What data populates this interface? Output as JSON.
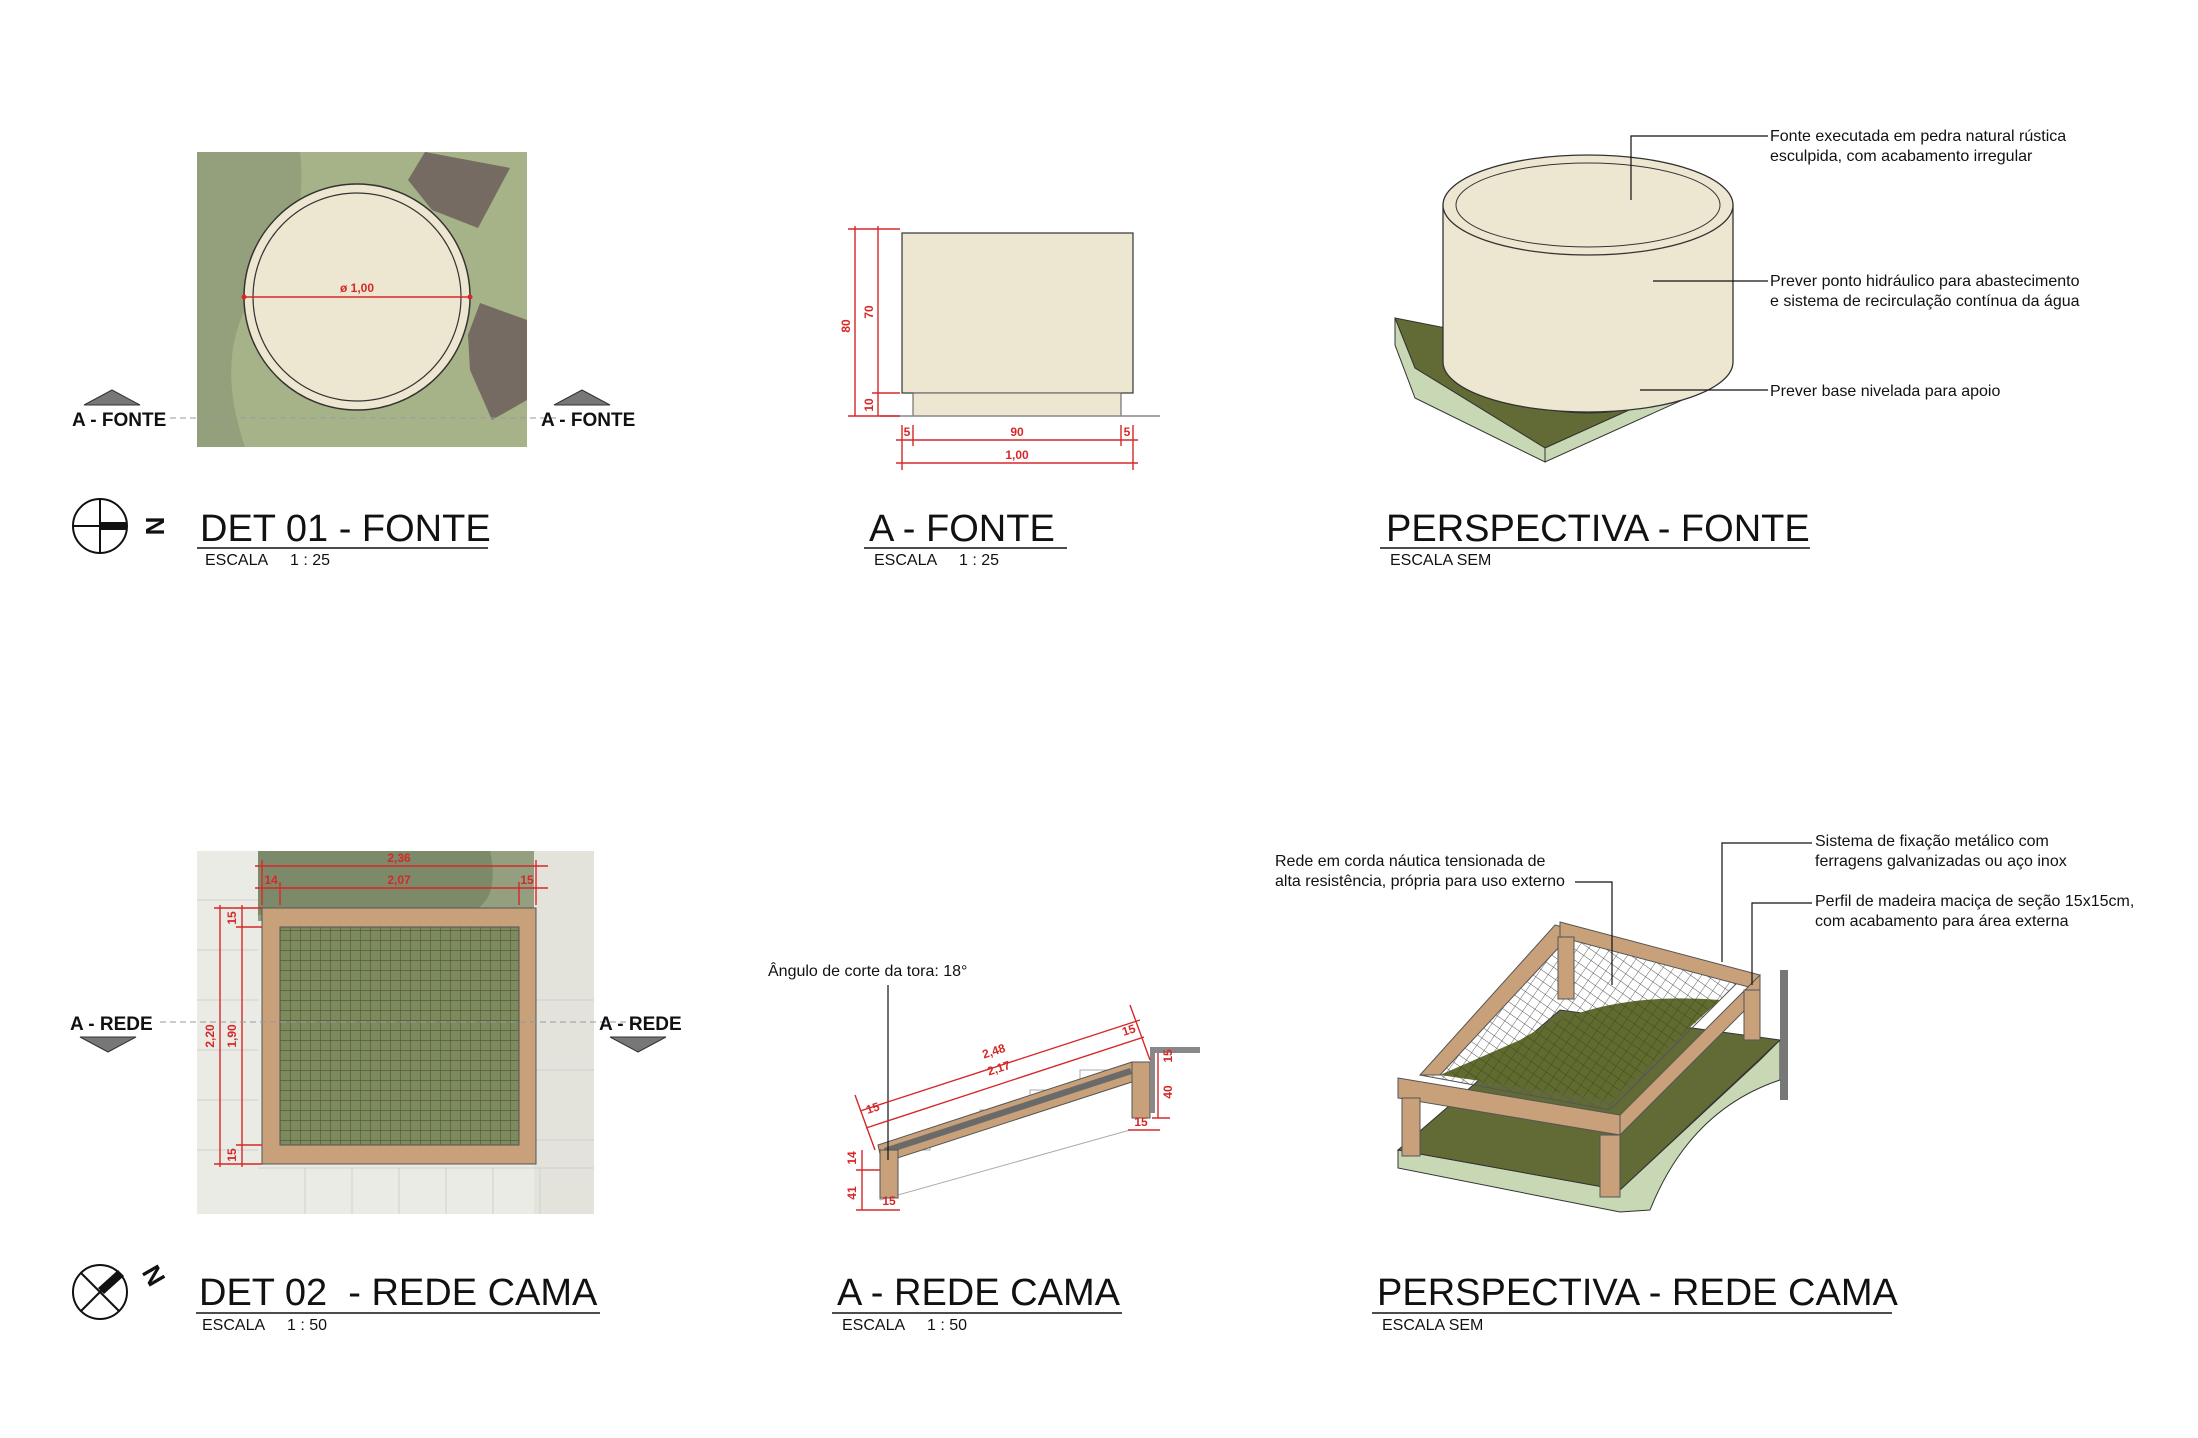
{
  "panels": {
    "det01": {
      "title": "DET 01 - FONTE",
      "scale_label": "ESCALA",
      "scale_value": "1 : 25",
      "diameter_label": "ø 1,00",
      "cut_left": "A - FONTE",
      "cut_right": "A - FONTE",
      "north_letter": "N"
    },
    "section_fonte": {
      "title": "A - FONTE",
      "scale_label": "ESCALA",
      "scale_value": "1 : 25",
      "dims": {
        "total_height": "80",
        "body_height": "70",
        "base_height": "10",
        "offset_left": "5",
        "inner_width": "90",
        "offset_right": "5",
        "total_width": "1,00"
      }
    },
    "persp_fonte": {
      "title": "PERSPECTIVA - FONTE",
      "scale_label": "ESCALA SEM",
      "notes": [
        "Fonte executada em pedra natural rústica",
        "esculpida, com acabamento irregular",
        "Prever ponto hidráulico para abastecimento",
        "e sistema de recirculação contínua da água",
        "Prever base nivelada para apoio"
      ]
    },
    "det02": {
      "title": "DET 02  - REDE CAMA",
      "scale_label": "ESCALA",
      "scale_value": "1 : 50",
      "cut_left": "A - REDE",
      "cut_right": "A - REDE",
      "north_letter": "N",
      "dims": {
        "overall_width": "2,36",
        "inner_width": "2,07",
        "left_offset": "14",
        "right_offset": "15",
        "overall_height": "2,20",
        "inner_height": "1,90",
        "top_offset": "15",
        "bottom_offset": "15"
      }
    },
    "section_rede": {
      "title": "A - REDE CAMA",
      "scale_label": "ESCALA",
      "scale_value": "1 : 50",
      "angle_note": "Ângulo de corte da tora: 18°",
      "dims": {
        "slope_length": "2,48",
        "slope_inner": "2,17",
        "left_top": "15",
        "right_top": "15",
        "right_height": "40",
        "right_cap": "15",
        "right_base": "15",
        "left_mid": "14",
        "left_low": "41",
        "left_base": "15"
      }
    },
    "persp_rede": {
      "title": "PERSPECTIVA - REDE CAMA",
      "scale_label": "ESCALA SEM",
      "notes": [
        "Sistema de fixação metálico com",
        "ferragens galvanizadas ou aço inox",
        "Rede em corda náutica tensionada de",
        "alta resistência, própria para uso externo",
        "Perfil de madeira maciça de seção 15x15cm,",
        "com acabamento para área externa"
      ]
    }
  },
  "colors": {
    "lawn": "#9aaa7e",
    "stone": "#766b63",
    "fountain": "#ede7d2",
    "wood": "#c8a07a",
    "grass_dark": "#626b35",
    "dim_red": "#d62828"
  }
}
